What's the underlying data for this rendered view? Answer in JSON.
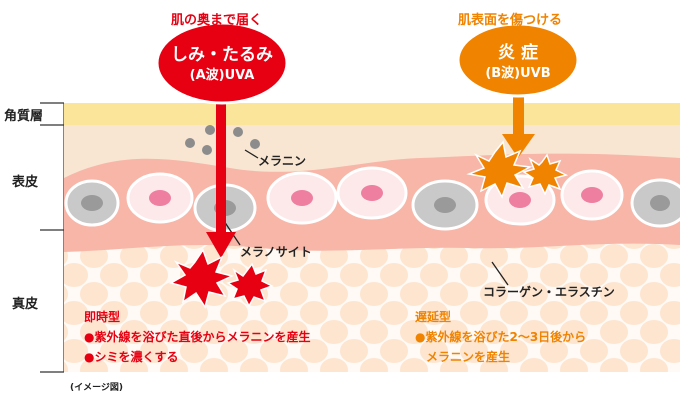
{
  "uva": {
    "caption": "肌の奥まで届く",
    "title": "しみ・たるみ",
    "subtitle": "(A波)UVA"
  },
  "uvb": {
    "caption": "肌表面を傷つける",
    "title": "炎 症",
    "subtitle": "(B波)UVB"
  },
  "layers": {
    "stratum_corneum": "角質層",
    "epidermis": "表皮",
    "dermis": "真皮"
  },
  "callouts": {
    "melanin": "メラニン",
    "melanocyte": "メラノサイト",
    "collagen": "コラーゲン・エラスチン"
  },
  "immediate": {
    "heading": "即時型",
    "line1": "●紫外線を浴びた直後からメラニンを産生",
    "line2": "●シミを濃くする"
  },
  "delayed": {
    "heading": "遅延型",
    "line1": "●紫外線を浴びた2～3日後から",
    "line2": "メラニンを産生"
  },
  "note": "(イメージ図)",
  "colors": {
    "uva_red": "#e60012",
    "uvb_orange": "#f08300",
    "corneum": "#fbe59a",
    "epidermis_band": "#f9c8b8",
    "dermis_cells": "#fde3cc"
  }
}
